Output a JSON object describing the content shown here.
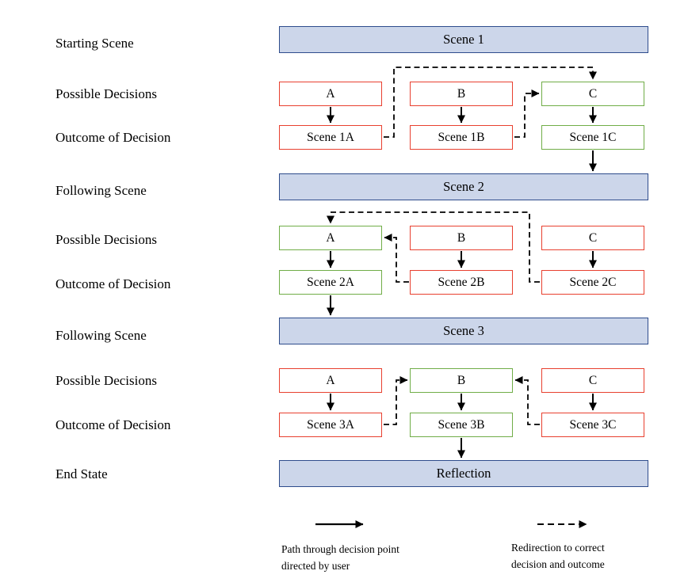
{
  "row_labels": [
    "Starting Scene",
    "Possible Decisions",
    "Outcome of Decision",
    "Following Scene",
    "Possible Decisions",
    "Outcome of Decision",
    "Following Scene",
    "Possible Decisions",
    "Outcome of Decision",
    "End State"
  ],
  "scene_bars": {
    "scene1": "Scene 1",
    "scene2": "Scene 2",
    "scene3": "Scene 3",
    "end": "Reflection"
  },
  "sections": [
    {
      "decisions": [
        {
          "label": "A",
          "state": "incorrect"
        },
        {
          "label": "B",
          "state": "incorrect"
        },
        {
          "label": "C",
          "state": "correct"
        }
      ],
      "outcomes": [
        {
          "label": "Scene 1A",
          "state": "incorrect"
        },
        {
          "label": "Scene 1B",
          "state": "incorrect"
        },
        {
          "label": "Scene 1C",
          "state": "correct"
        }
      ]
    },
    {
      "decisions": [
        {
          "label": "A",
          "state": "correct"
        },
        {
          "label": "B",
          "state": "incorrect"
        },
        {
          "label": "C",
          "state": "incorrect"
        }
      ],
      "outcomes": [
        {
          "label": "Scene 2A",
          "state": "correct"
        },
        {
          "label": "Scene 2B",
          "state": "incorrect"
        },
        {
          "label": "Scene 2C",
          "state": "incorrect"
        }
      ]
    },
    {
      "decisions": [
        {
          "label": "A",
          "state": "incorrect"
        },
        {
          "label": "B",
          "state": "correct"
        },
        {
          "label": "C",
          "state": "incorrect"
        }
      ],
      "outcomes": [
        {
          "label": "Scene 3A",
          "state": "incorrect"
        },
        {
          "label": "Scene 3B",
          "state": "correct"
        },
        {
          "label": "Scene 3C",
          "state": "incorrect"
        }
      ]
    }
  ],
  "legend": {
    "solid_label": "Path through decision point directed by user",
    "dashed_label": "Redirection to correct decision and outcome"
  },
  "colors": {
    "incorrect_border": "#e8402f",
    "correct_border": "#70ad47",
    "scene_fill": "#ccd6ea",
    "scene_border": "#2e4c8c",
    "arrow": "#000000"
  }
}
